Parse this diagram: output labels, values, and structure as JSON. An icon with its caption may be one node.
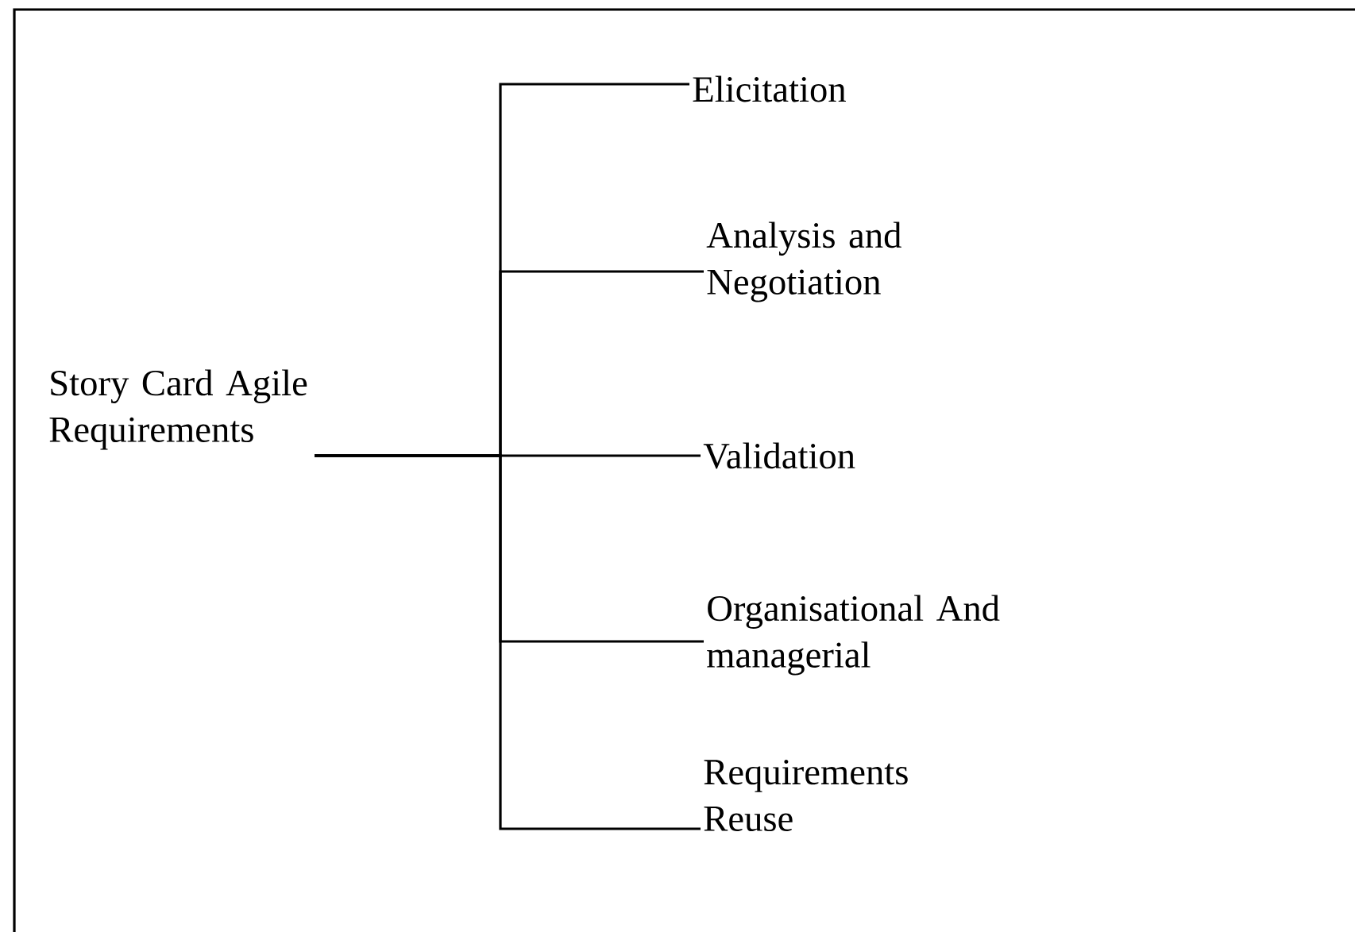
{
  "diagram": {
    "nodes": [
      {
        "text": [
          "Story Card Agile Requirements"
        ]
      },
      {
        "text": [
          "Elicitation"
        ]
      },
      {
        "text": [
          "Analysis and Negotiation"
        ]
      },
      {
        "text": [
          "Validation"
        ]
      },
      {
        "text": [
          "Organisational And managerial"
        ]
      },
      {
        "text": [
          "Requirements Reuse"
        ]
      }
    ],
    "edges": [
      {
        "from": 0,
        "to": 1,
        "arrow": "none"
      },
      {
        "from": 0,
        "to": 2,
        "arrow": "none"
      },
      {
        "from": 0,
        "to": 3,
        "arrow": "none"
      },
      {
        "from": 0,
        "to": 4,
        "arrow": "none"
      },
      {
        "from": 0,
        "to": 5,
        "arrow": "none"
      }
    ]
  }
}
